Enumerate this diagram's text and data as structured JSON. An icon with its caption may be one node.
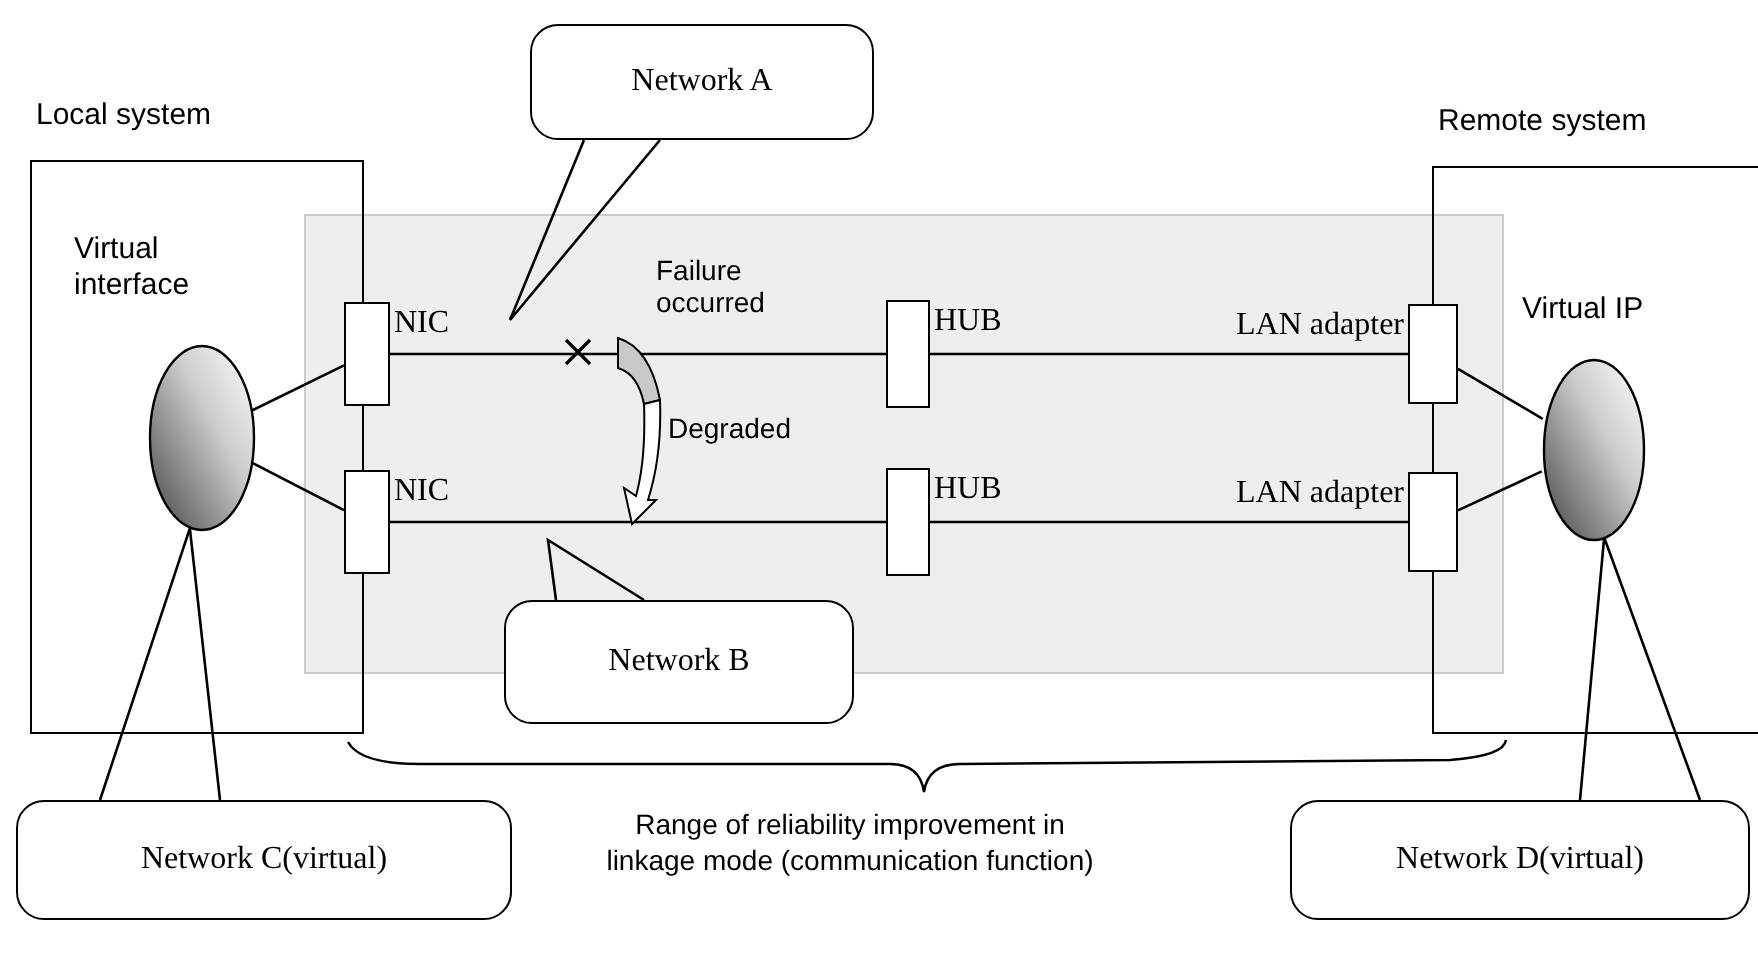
{
  "diagram": {
    "nodes": [
      {
        "text": [
          "Local system"
        ]
      },
      {
        "text": [
          "Remote system"
        ]
      },
      {
        "text": [
          "Virtual interface"
        ],
        "in": 0
      },
      {
        "text": [
          "NIC"
        ]
      },
      {
        "text": [
          "NIC"
        ]
      },
      {
        "text": [
          "HUB"
        ]
      },
      {
        "text": [
          "HUB"
        ]
      },
      {
        "text": [
          "LAN adapter"
        ]
      },
      {
        "text": [
          "LAN adapter"
        ]
      },
      {
        "text": [
          "Virtual IP"
        ],
        "in": 1
      },
      {
        "text": [
          "Network A"
        ]
      },
      {
        "text": [
          "Network B"
        ]
      },
      {
        "text": [
          "Network C(virtual)"
        ]
      },
      {
        "text": [
          "Network D(virtual)"
        ]
      }
    ],
    "edges": [
      {
        "from": 2,
        "to": 3,
        "arrow": "none"
      },
      {
        "from": 2,
        "to": 4,
        "arrow": "none"
      },
      {
        "from": 3,
        "to": 5,
        "arrow": "none"
      },
      {
        "from": 4,
        "to": 6,
        "arrow": "none"
      },
      {
        "from": 5,
        "to": 7,
        "arrow": "none"
      },
      {
        "from": 6,
        "to": 8,
        "arrow": "none"
      },
      {
        "from": 7,
        "to": 9,
        "arrow": "none"
      },
      {
        "from": 8,
        "to": 9,
        "arrow": "none"
      },
      {
        "from": 10,
        "to": null,
        "arrow": "none"
      },
      {
        "from": 11,
        "to": null,
        "arrow": "none"
      },
      {
        "from": 12,
        "to": 2,
        "arrow": "none"
      },
      {
        "from": 13,
        "to": 9,
        "arrow": "none"
      }
    ],
    "labels": [
      "Failure occurred",
      "Degraded",
      "Range of reliability improvement in linkage mode (communication function)"
    ]
  }
}
